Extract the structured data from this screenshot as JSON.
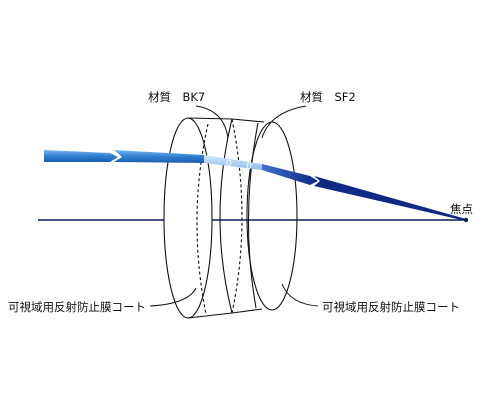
{
  "labels": {
    "material_bk7": "材質　BK7",
    "material_sf2": "材質　SF2",
    "focal_point": "焦点",
    "coating_left": "可視域用反射防止膜コート",
    "coating_right": "可視域用反射防止膜コート"
  },
  "colors": {
    "optical_axis": "#0d1f5c",
    "beam_in": "#2f7fd0",
    "beam_in_light": "#6fb0ee",
    "beam_out": "#12338f",
    "lens_line": "#111111",
    "leader_line": "#111111"
  }
}
